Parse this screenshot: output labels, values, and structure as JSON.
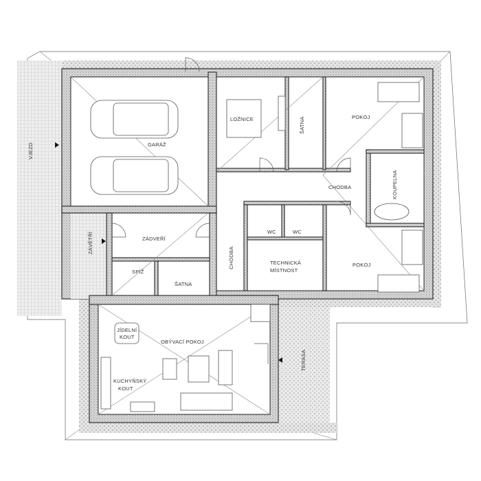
{
  "plan": {
    "rooms": {
      "garage": "GARÁŽ",
      "bedroom": "LOŽNICE",
      "wardrobe_top": "ŠATNA",
      "room_top": "POKOJ",
      "corridor_right": "CHODBA",
      "bathroom": "KOUPELNA",
      "wc1": "WC",
      "wc2": "WC",
      "vestibule": "ZÁDVEŘÍ",
      "corridor_mid": "CHODBA",
      "technical_1": "TECHNICKÁ",
      "technical_2": "MÍSTNOST",
      "room_bottom": "POKOJ",
      "pantry": "SPÍŽ",
      "wardrobe_bottom": "ŠATNA",
      "dining_1": "JÍDELNÍ",
      "dining_2": "KOUT",
      "living": "OBÝVACÍ POKOJ",
      "kitchen_1": "KUCHYŇSKÝ",
      "kitchen_2": "KOUT",
      "terrace": "TERASA",
      "driveway": "VJEZD",
      "porch": "ZÁVĚTŘÍ"
    }
  }
}
